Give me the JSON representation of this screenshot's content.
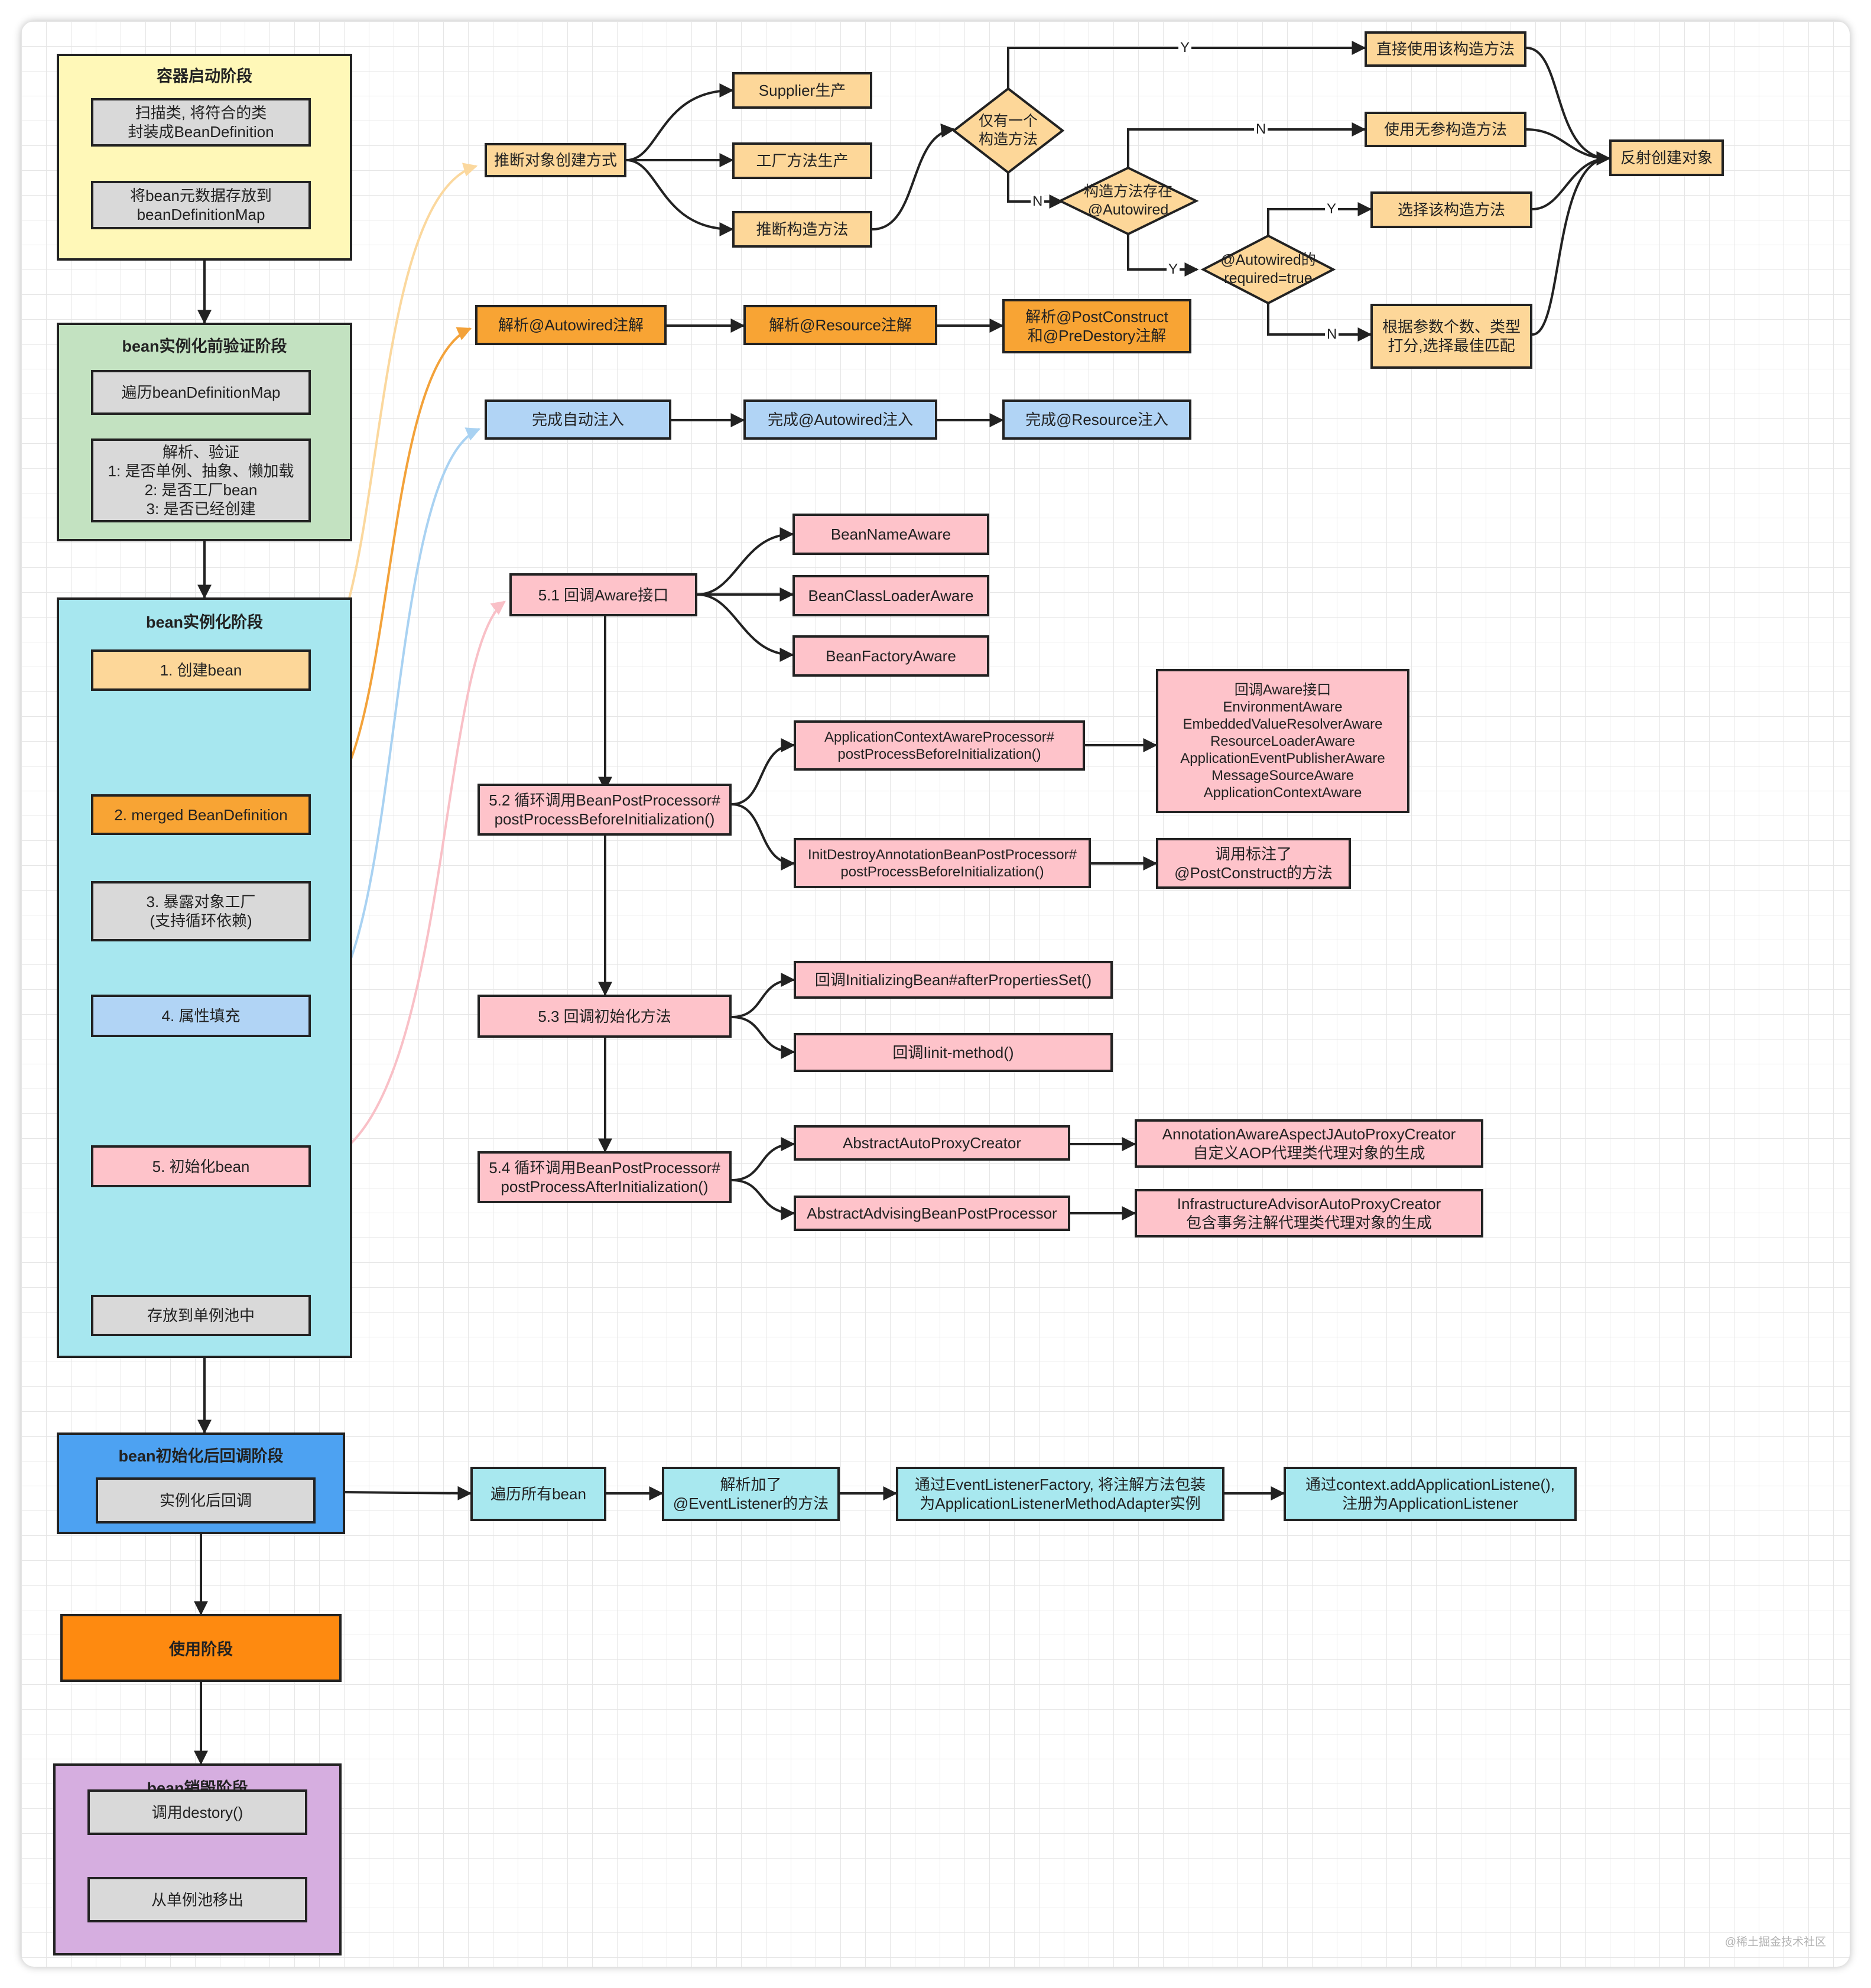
{
  "groups": {
    "container_start": "容器启动阶段",
    "pre_validate": "bean实例化前验证阶段",
    "instantiate": "bean实例化阶段",
    "post_callback": "bean初始化后回调阶段",
    "use": "使用阶段",
    "destroy": "bean销毁阶段"
  },
  "nodes": {
    "scan": "扫描类, 将符合的类\n封装成BeanDefinition",
    "store_map": "将bean元数据存放到\nbeanDefinitionMap",
    "traverse_map": "遍历beanDefinitionMap",
    "parse_validate": "解析、验证\n1:  是否单例、抽象、懒加载\n2:  是否工厂bean\n3:  是否已经创建",
    "create_bean": "1. 创建bean",
    "merged_bd": "2. merged BeanDefinition",
    "expose_factory": "3. 暴露对象工厂\n(支持循环依赖)",
    "populate": "4. 属性填充",
    "init_bean": "5. 初始化bean",
    "store_singleton": "存放到单例池中",
    "instance_callback": "实例化后回调",
    "call_destroy": "调用destory()",
    "remove_singleton": "从单例池移出",
    "infer_creation": "推断对象创建方式",
    "supplier": "Supplier生产",
    "factory_method": "工厂方法生产",
    "infer_constructor": "推断构造方法",
    "use_direct": "直接使用该构造方法",
    "use_noarg": "使用无参构造方法",
    "choose_this": "选择该构造方法",
    "score_match": "根据参数个数、类型\n打分,选择最佳匹配",
    "reflect_create": "反射创建对象",
    "parse_autowired": "解析@Autowired注解",
    "parse_resource": "解析@Resource注解",
    "parse_postconstruct": "解析@PostConstruct\n和@PreDestory注解",
    "auto_inject": "完成自动注入",
    "autowired_inject": "完成@Autowired注入",
    "resource_inject": "完成@Resource注入",
    "aware_callback": "5.1 回调Aware接口",
    "bean_name_aware": "BeanNameAware",
    "bean_classloader_aware": "BeanClassLoaderAware",
    "bean_factory_aware": "BeanFactoryAware",
    "bpp_before": "5.2 循环调用BeanPostProcessor#\npostProcessBeforeInitialization()",
    "acap": "ApplicationContextAwareProcessor#\npostProcessBeforeInitialization()",
    "aware_list": "回调Aware接口\nEnvironmentAware\nEmbeddedValueResolverAware\nResourceLoaderAware\nApplicationEventPublisherAware\nMessageSourceAware\nApplicationContextAware",
    "idabpp": "InitDestroyAnnotationBeanPostProcessor#\npostProcessBeforeInitialization()",
    "call_postconstruct": "调用标注了\n@PostConstruct的方法",
    "init_methods": "5.3 回调初始化方法",
    "after_properties": "回调InitializingBean#afterPropertiesSet()",
    "init_method": "回调Iinit-method()",
    "bpp_after": "5.4 循环调用BeanPostProcessor#\npostProcessAfterInitialization()",
    "aapc": "AbstractAutoProxyCreator",
    "aaajapc": "AnnotationAwareAspectJAutoProxyCreator\n自定义AOP代理类代理对象的生成",
    "aabpp": "AbstractAdvisingBeanPostProcessor",
    "iaapc": "InfrastructureAdvisorAutoProxyCreator\n包含事务注解代理类代理对象的生成",
    "traverse_beans": "遍历所有bean",
    "parse_event_listener": "解析加了\n@EventListener的方法",
    "wrap_adapter": "通过EventListenerFactory, 将注解方法包装\n为ApplicationListenerMethodAdapter实例",
    "register_listener": "通过context.addApplicationListene(),\n注册为ApplicationListener"
  },
  "decisions": {
    "only_one_ctor": "仅有一个\n构造方法",
    "has_autowired": "构造方法存在\n@Autowired",
    "required_true": "@Autowired的\nrequired=true"
  },
  "edge_labels": {
    "yes": "Y",
    "no": "N"
  },
  "watermark": "@稀土掘金技术社区",
  "colors": {
    "yellow_group": "#fff8b8",
    "green_group": "#c3e2c1",
    "cyan_group": "#a7e7ef",
    "blue_group": "#4da2f2",
    "orange_group": "#fe8a10",
    "purple_group": "#d6aee0",
    "gray_node": "#d9d9d9",
    "peach_node": "#fdd799",
    "orange_node": "#f8a434",
    "blue_node": "#b1d4f5",
    "pink_node": "#fec3ca",
    "cyan_node": "#a8e8ef",
    "curve_peach": "#fbd89e",
    "curve_orange": "#f3a23a",
    "curve_blue": "#a9d2f2",
    "curve_pink": "#f9c0c7"
  }
}
